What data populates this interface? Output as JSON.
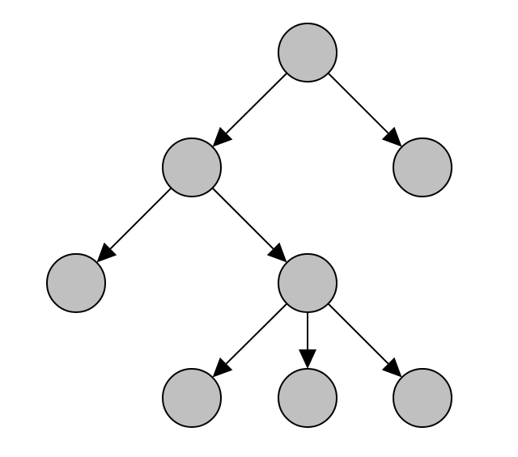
{
  "diagram": {
    "type": "tree",
    "colors": {
      "node_fill": "#c0c0c0",
      "stroke": "#000000",
      "background": "#ffffff"
    },
    "nodes": [
      {
        "id": "root"
      },
      {
        "id": "a"
      },
      {
        "id": "b"
      },
      {
        "id": "a1"
      },
      {
        "id": "a2"
      },
      {
        "id": "a2-1"
      },
      {
        "id": "a2-2"
      },
      {
        "id": "a2-3"
      }
    ],
    "edges": [
      {
        "from": "root",
        "to": "a"
      },
      {
        "from": "root",
        "to": "b"
      },
      {
        "from": "a",
        "to": "a1"
      },
      {
        "from": "a",
        "to": "a2"
      },
      {
        "from": "a2",
        "to": "a2-1"
      },
      {
        "from": "a2",
        "to": "a2-2"
      },
      {
        "from": "a2",
        "to": "a2-3"
      }
    ]
  }
}
